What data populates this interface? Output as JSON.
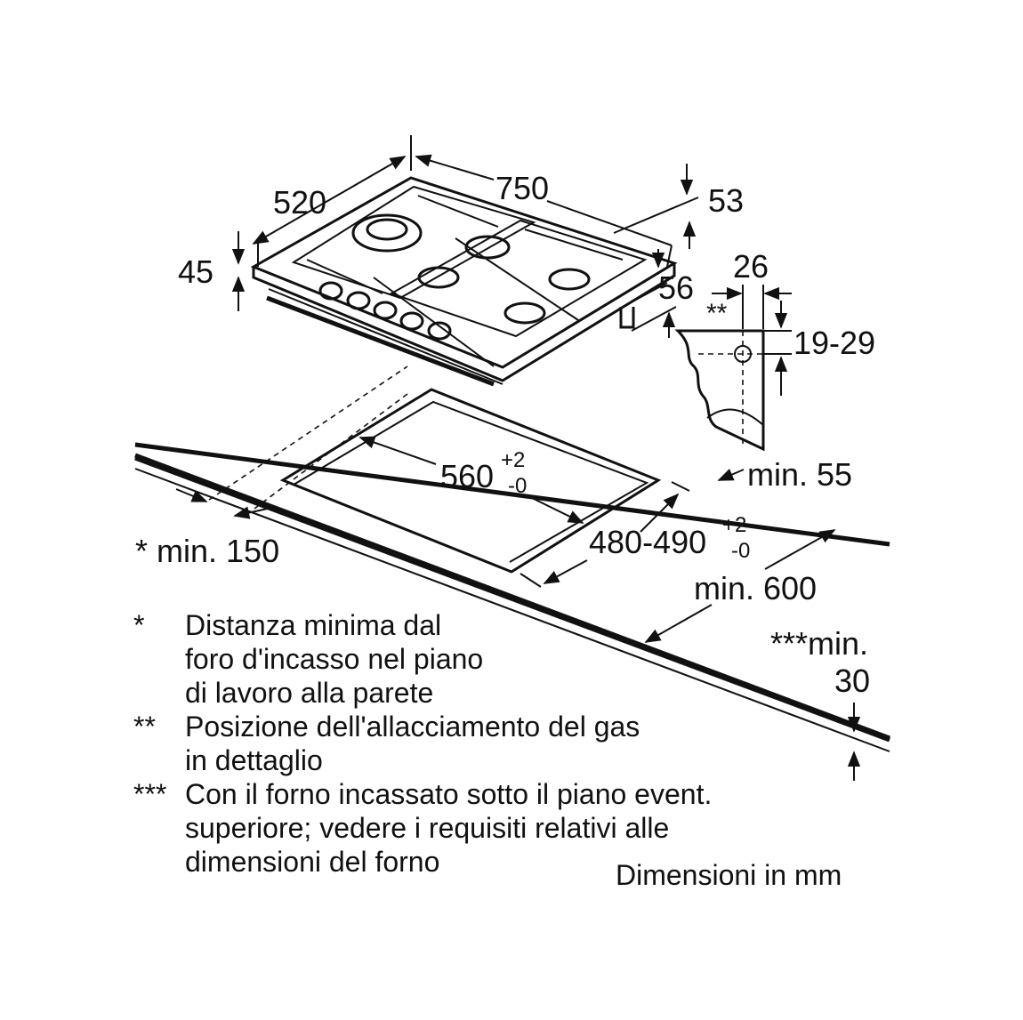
{
  "dimensions": {
    "width": "750",
    "depth": "520",
    "height": "45",
    "gas_offset_top": "53",
    "gas_offset_side": "56",
    "gas_width": "26",
    "gas_double_star": "**",
    "gas_height_range": "19-29",
    "rear_min": "min. 55",
    "cutout_width": "560",
    "cutout_width_tol_plus": "+2",
    "cutout_width_tol_minus": "-0",
    "cutout_depth": "480-490",
    "cutout_depth_tol_plus": "+2",
    "cutout_depth_tol_minus": "-0",
    "wall_min": "* min. 150",
    "worktop_depth_min": "min. 600",
    "oven_min_label": "***min.",
    "oven_min_value": "30"
  },
  "notes": [
    {
      "mark": "*",
      "lines": [
        "Distanza minima dal",
        "foro d'incasso nel piano",
        "di lavoro alla parete"
      ]
    },
    {
      "mark": "**",
      "lines": [
        "Posizione dell'allacciamento del gas",
        "in dettaglio"
      ]
    },
    {
      "mark": "***",
      "lines": [
        "Con il forno incassato sotto il piano event.",
        "superiore; vedere i requisiti relativi alle",
        "dimensioni del forno"
      ]
    }
  ],
  "units": "Dimensioni in mm"
}
